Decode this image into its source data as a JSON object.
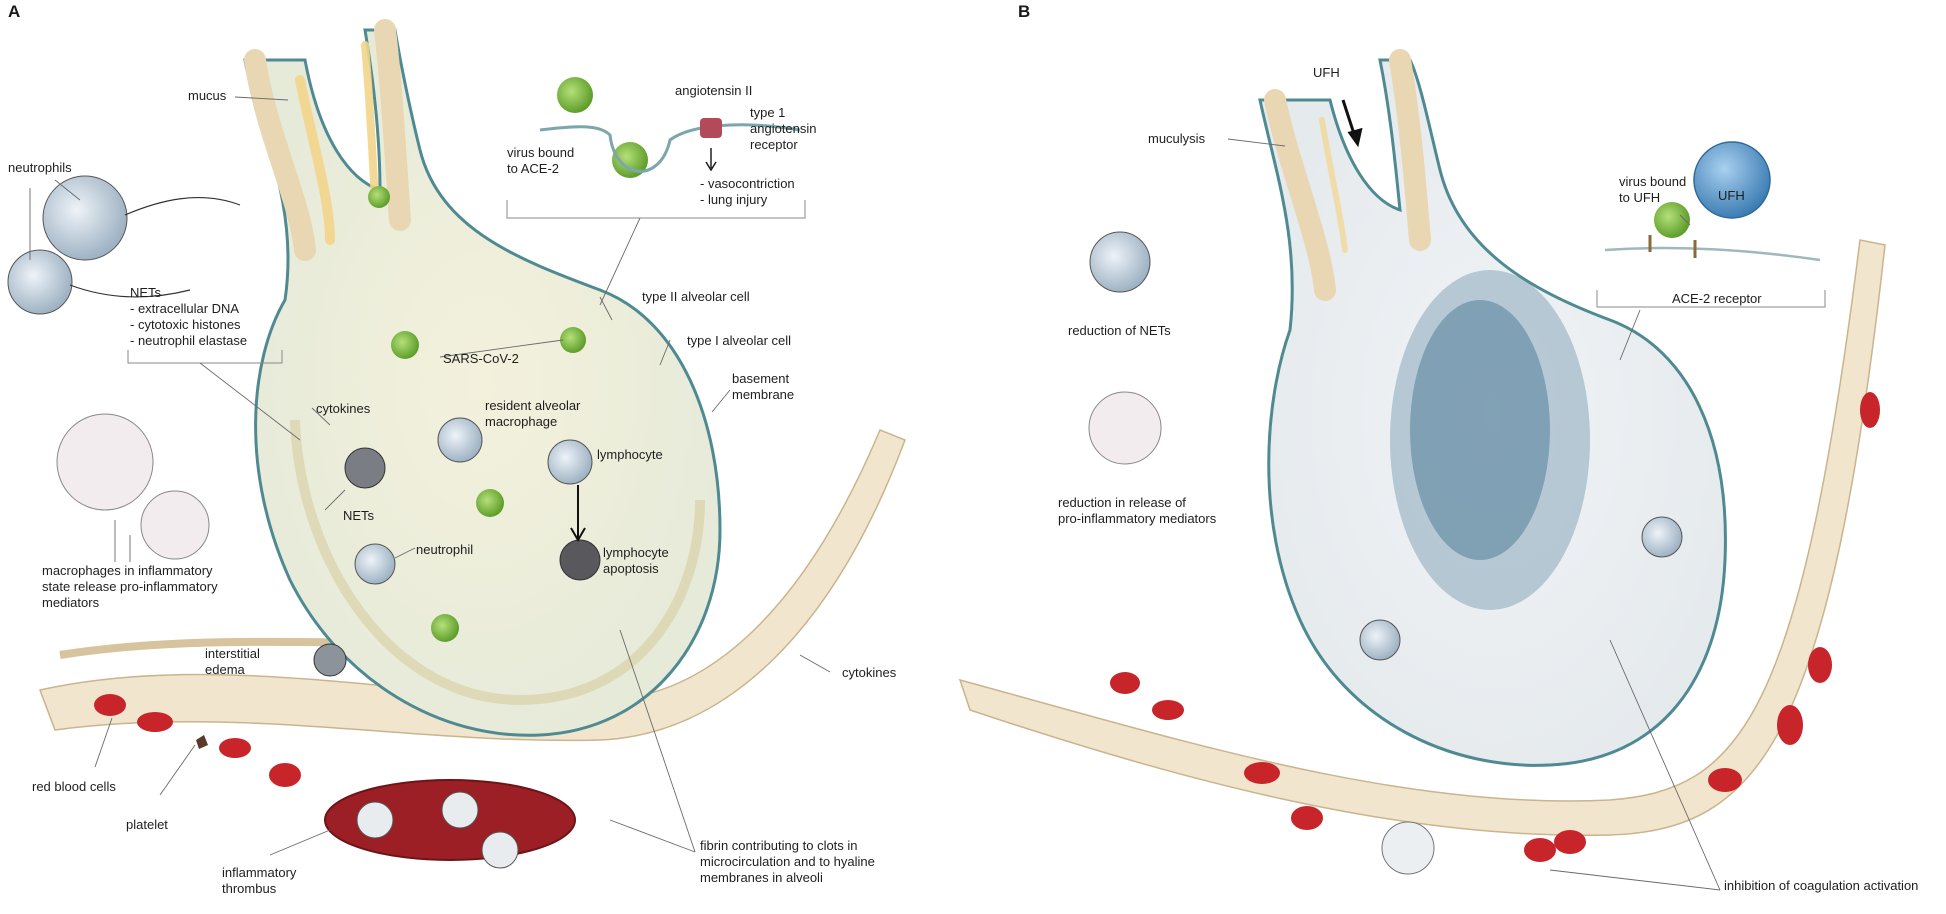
{
  "panels": [
    {
      "letter": "A",
      "labels": {
        "mucus": "mucus",
        "neutrophils": "neutrophils",
        "nets_title": "NETs",
        "nets_items": [
          "- extracellular DNA",
          "- cytotoxic histones",
          "- neutrophil elastase"
        ],
        "angiotensin_ii": "angiotensin II",
        "virus_bound_ace2": "virus bound\nto ACE-2",
        "at1_receptor": "type 1\nangiotensin\nreceptor",
        "effects": [
          "- vasocontriction",
          "- lung injury"
        ],
        "type2_cell": "type II alveolar cell",
        "type1_cell": "type I alveolar cell",
        "sars_cov2": "SARS-CoV-2",
        "basement_membrane": "basement\nmembrane",
        "cytokines_inner": "cytokines",
        "resident_macrophage": "resident alveolar\nmacrophage",
        "lymphocyte": "lymphocyte",
        "nets_inner": "NETs",
        "neutrophil": "neutrophil",
        "lymphocyte_apoptosis": "lymphocyte\napoptosis",
        "macrophages_inflammatory": "macrophages in inflammatory\nstate release pro-inflammatory\nmediators",
        "interstitial_edema": "interstitial\nedema",
        "cytokines_outer": "cytokines",
        "red_blood_cells": "red blood cells",
        "platelet": "platelet",
        "inflammatory_thrombus": "inflammatory\nthrombus",
        "fibrin": "fibrin contributing to clots in\nmicrocirculation and to hyaline\nmembranes in alveoli"
      }
    },
    {
      "letter": "B",
      "labels": {
        "ufh_arrow": "UFH",
        "muculysis": "muculysis",
        "virus_bound_ufh": "virus bound\nto UFH",
        "ufh_cell": "UFH",
        "ace2_receptor": "ACE-2 receptor",
        "reduction_nets": "reduction of NETs",
        "reduction_mediators": "reduction in release of\npro-inflammatory mediators",
        "inhibition": "inhibition of coagulation activation"
      }
    }
  ],
  "colors": {
    "membrane": "#4f8a92",
    "cell_tan": "#efe2c6",
    "mucus": "#f2d58a",
    "virus": "#7fbf3f",
    "rbc": "#c8252b",
    "thrombus": "#9b1f24",
    "ufh_blue": "#4d8fc0",
    "heparin_dots": "#3f6f8f"
  }
}
